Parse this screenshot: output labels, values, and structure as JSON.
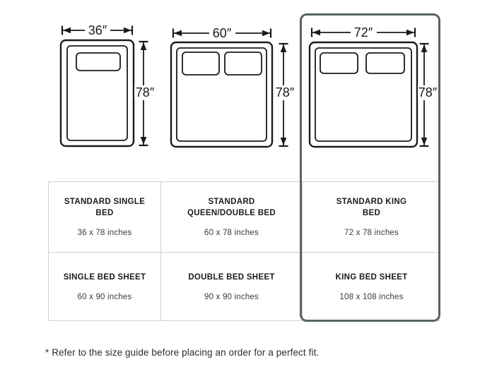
{
  "diagram": {
    "beds": [
      {
        "name": "standard-single-bed",
        "width_label": "36″",
        "height_label": "78″",
        "pillows": 1
      },
      {
        "name": "standard-queen-double-bed",
        "width_label": "60″",
        "height_label": "78″",
        "pillows": 2
      },
      {
        "name": "standard-king-bed",
        "width_label": "72″",
        "height_label": "78″",
        "pillows": 2
      }
    ]
  },
  "table": {
    "rows": [
      [
        {
          "title": "STANDARD SINGLE\nBED",
          "size": "36 x 78 inches"
        },
        {
          "title": "STANDARD\nQUEEN/DOUBLE BED",
          "size": "60 x 78 inches"
        },
        {
          "title": "STANDARD KING\nBED",
          "size": "72 x 78 inches"
        }
      ],
      [
        {
          "title": "SINGLE BED SHEET",
          "size": "60 x 90 inches"
        },
        {
          "title": "DOUBLE BED SHEET",
          "size": "90 x 90 inches"
        },
        {
          "title": "KING BED SHEET",
          "size": "108 x 108 inches"
        }
      ]
    ]
  },
  "footnote": "* Refer to the size guide before placing an order for a perfect fit.",
  "colors": {
    "line": "#1a1a1a",
    "table_border": "#cfcfcf",
    "highlight_border": "#566466"
  }
}
